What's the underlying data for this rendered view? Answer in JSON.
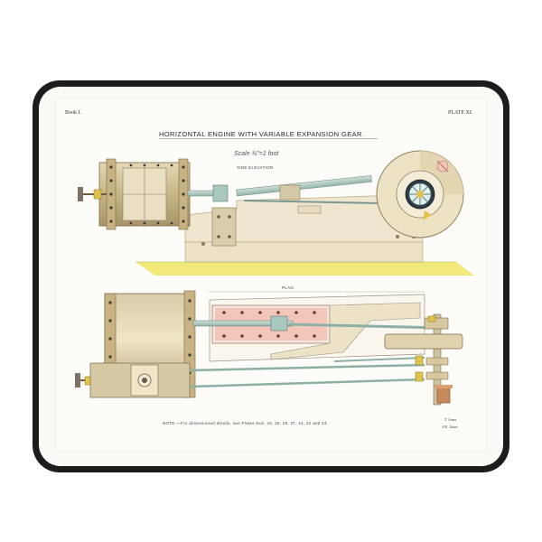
{
  "print": {
    "book_label": "Book I.",
    "plate_label": "PLATE XI.",
    "title": "HORIZONTAL ENGINE WITH VARIABLE EXPANSION GEAR.",
    "scale": "Scale ¾\"=1 foot",
    "side_label": "SIDE ELEVATION",
    "plan_label": "PLAN",
    "note": "NOTE.—For dimensioned details, see Plates Nos. 25, 26, 28, 37, 41, 42 and 43.",
    "signature_1": "T. Jones",
    "signature_2": "F.E. Jones"
  },
  "colors": {
    "mat_border": "#1c1c1c",
    "mat_surface": "#fbfaf6",
    "brass": "#c8b78f",
    "bed": "#efe6cf",
    "ground": "#f1ea7a",
    "pink": "#f2c6b8",
    "steel": "#a9c8bf"
  }
}
